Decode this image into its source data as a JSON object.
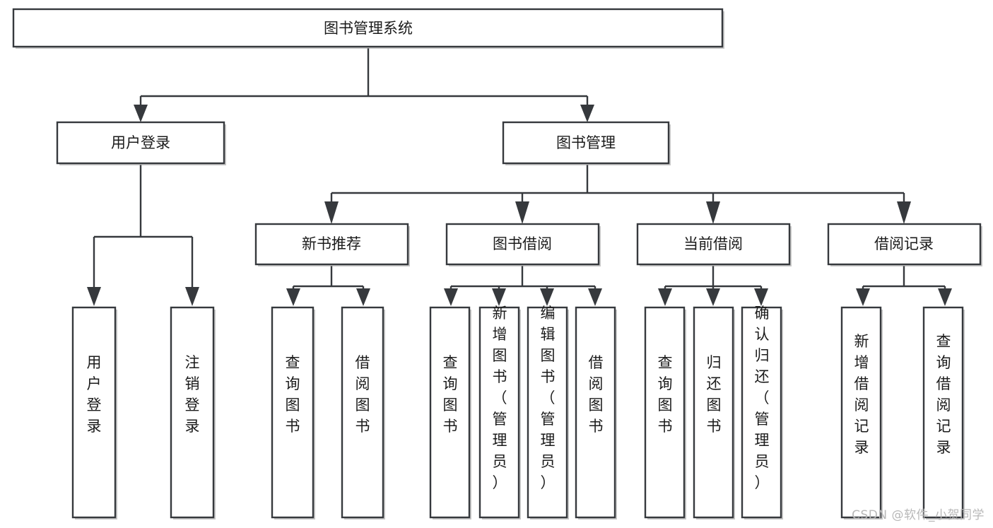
{
  "diagram": {
    "type": "tree",
    "title": "图书管理系统",
    "orientation": "top-down",
    "watermark": "CSDN @软件_小贺同学",
    "colors": {
      "node_fill": "#ffffff",
      "node_stroke": "#36393d",
      "text": "#1b1b1b",
      "watermark": "#b8b8b8",
      "background": "#ffffff"
    },
    "nodes": {
      "root": {
        "label": "图书管理系统"
      },
      "level2": [
        {
          "id": "user-login",
          "label": "用户登录"
        },
        {
          "id": "book-manage",
          "label": "图书管理"
        }
      ],
      "level3": [
        {
          "id": "new-book-recommend",
          "label": "新书推荐"
        },
        {
          "id": "book-borrow",
          "label": "图书借阅"
        },
        {
          "id": "current-borrow",
          "label": "当前借阅"
        },
        {
          "id": "borrow-record",
          "label": "借阅记录"
        }
      ],
      "leaves": {
        "user-login": [
          {
            "id": "leaf-user-login",
            "label": "用户登录"
          },
          {
            "id": "leaf-logout",
            "label": "注销登录"
          }
        ],
        "new-book-recommend": [
          {
            "id": "leaf-query-book-1",
            "label": "查询图书"
          },
          {
            "id": "leaf-borrow-book-1",
            "label": "借阅图书"
          }
        ],
        "book-borrow": [
          {
            "id": "leaf-query-book-2",
            "label": "查询图书"
          },
          {
            "id": "leaf-add-book",
            "label": "新增图书（管理员）"
          },
          {
            "id": "leaf-edit-book",
            "label": "编辑图书（管理员）"
          },
          {
            "id": "leaf-borrow-book-2",
            "label": "借阅图书"
          }
        ],
        "current-borrow": [
          {
            "id": "leaf-query-book-3",
            "label": "查询图书"
          },
          {
            "id": "leaf-return-book",
            "label": "归还图书"
          },
          {
            "id": "leaf-confirm-return",
            "label": "确认归还（管理员）"
          }
        ],
        "borrow-record": [
          {
            "id": "leaf-add-record",
            "label": "新增借阅记录"
          },
          {
            "id": "leaf-query-record",
            "label": "查询借阅记录"
          }
        ]
      }
    }
  }
}
